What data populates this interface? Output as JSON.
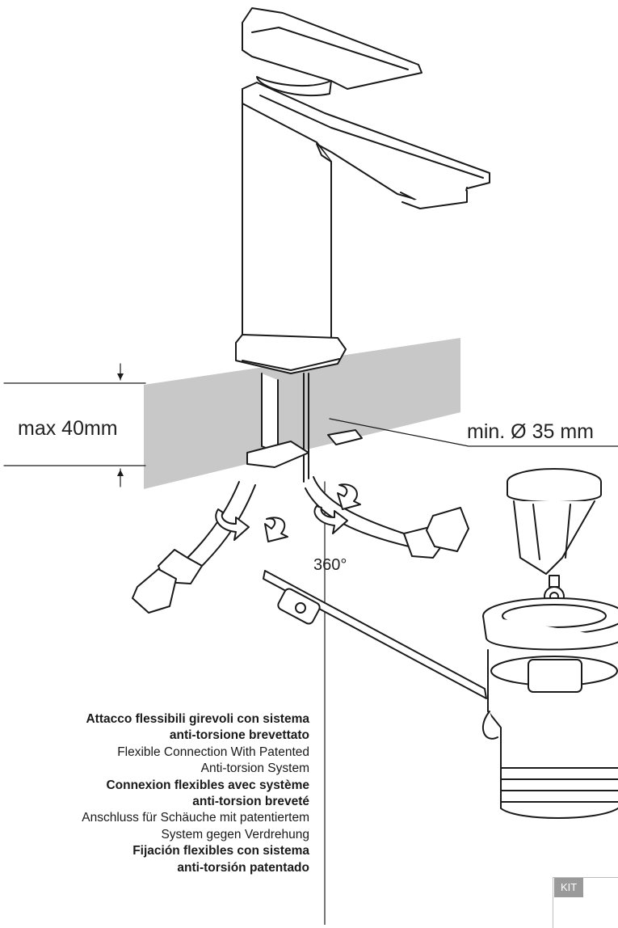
{
  "dimensions": {
    "thickness": "max 40mm",
    "hole_diameter": "min. Ø 35 mm",
    "rotation": "360°"
  },
  "caption": [
    {
      "text": "Attacco flessibili girevoli con sistema",
      "bold": true
    },
    {
      "text": "anti-torsione brevettato",
      "bold": true
    },
    {
      "text": "Flexible Connection With Patented",
      "bold": false
    },
    {
      "text": "Anti-torsion System",
      "bold": false
    },
    {
      "text": "Connexion flexibles avec système",
      "bold": true
    },
    {
      "text": "anti-torsion breveté",
      "bold": true
    },
    {
      "text": "Anschluss für Schäuche mit patentiertem",
      "bold": false
    },
    {
      "text": "System gegen Verdrehung",
      "bold": false
    },
    {
      "text": "Fijación flexibles con sistema",
      "bold": true
    },
    {
      "text": "anti-torsión patentado",
      "bold": true
    }
  ],
  "kit": "KIT",
  "colors": {
    "line": "#1a1a1a",
    "countertop": "#c8c8c8",
    "kit_tag": "#9a9a9a"
  },
  "icons": [
    "rotation-arrow-icon",
    "dimension-arrow-icon"
  ]
}
